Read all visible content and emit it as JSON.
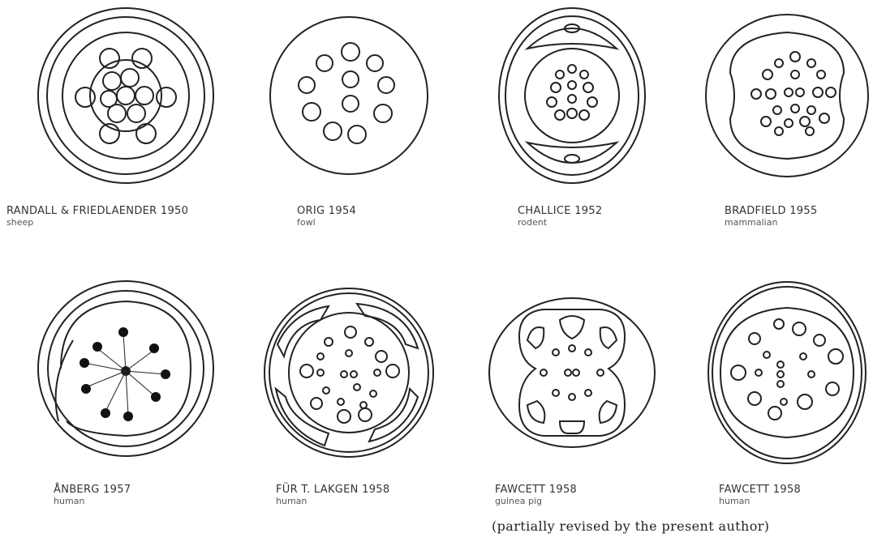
{
  "diagrams": [
    {
      "id": "randall",
      "label": "RANDALL & FRIEDLAENDER 1950",
      "species": "sheep"
    },
    {
      "id": "orig",
      "label": "ORIG 1954",
      "species": "fowl"
    },
    {
      "id": "challice",
      "label": "CHALLICE 1952",
      "species": "rodent"
    },
    {
      "id": "bradfield",
      "label": "BRADFIELD 1955",
      "species": "mammalian"
    },
    {
      "id": "anberg",
      "label": "ÅNBERG 1957",
      "species": "human"
    },
    {
      "id": "lakgen",
      "label": "FÜR T. LAKGEN 1958",
      "species": "human"
    },
    {
      "id": "fawcett-pig",
      "label": "FAWCETT 1958",
      "species": "guinea pig"
    },
    {
      "id": "fawcett-human",
      "label": "FAWCETT 1958",
      "species": "human"
    }
  ],
  "note": "(partially revised by the present author)",
  "colors": {
    "line": "#222222",
    "fill": "#111111"
  }
}
